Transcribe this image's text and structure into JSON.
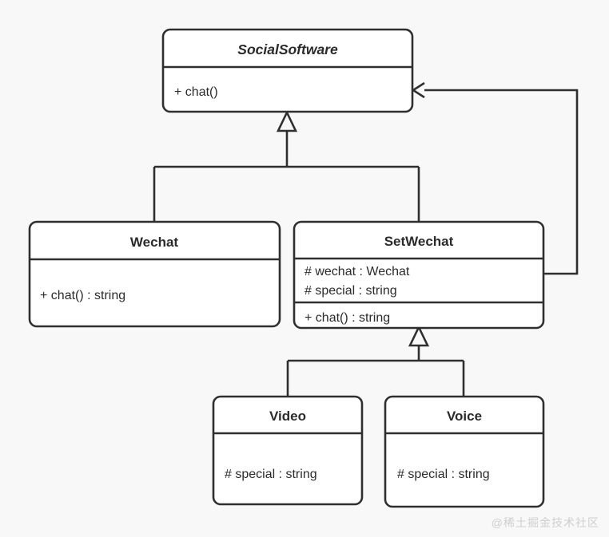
{
  "diagram": {
    "type": "uml-class-diagram",
    "background_color": "#f8f8f8",
    "line_color": "#2f2f2f",
    "box_fill": "#ffffff",
    "classes": [
      {
        "id": "socialsoftware",
        "name": "SocialSoftware",
        "abstract": true,
        "attributes": [],
        "methods": [
          "+ chat()"
        ]
      },
      {
        "id": "wechat",
        "name": "Wechat",
        "abstract": false,
        "attributes": [],
        "methods": [
          "+ chat() : string"
        ]
      },
      {
        "id": "setwechat",
        "name": "SetWechat",
        "abstract": false,
        "attributes": [
          "# wechat : Wechat",
          "# special : string"
        ],
        "methods": [
          "+ chat() : string"
        ]
      },
      {
        "id": "video",
        "name": "Video",
        "abstract": false,
        "attributes": [
          "# special : string"
        ],
        "methods": []
      },
      {
        "id": "voice",
        "name": "Voice",
        "abstract": false,
        "attributes": [
          "# special : string"
        ],
        "methods": []
      }
    ],
    "relations": [
      {
        "kind": "generalization",
        "from": "wechat",
        "to": "socialsoftware"
      },
      {
        "kind": "generalization",
        "from": "setwechat",
        "to": "socialsoftware"
      },
      {
        "kind": "generalization",
        "from": "video",
        "to": "setwechat"
      },
      {
        "kind": "generalization",
        "from": "voice",
        "to": "setwechat"
      },
      {
        "kind": "association",
        "from": "setwechat",
        "to": "socialsoftware"
      }
    ]
  },
  "watermark": {
    "text": "@稀土掘金技术社区"
  }
}
